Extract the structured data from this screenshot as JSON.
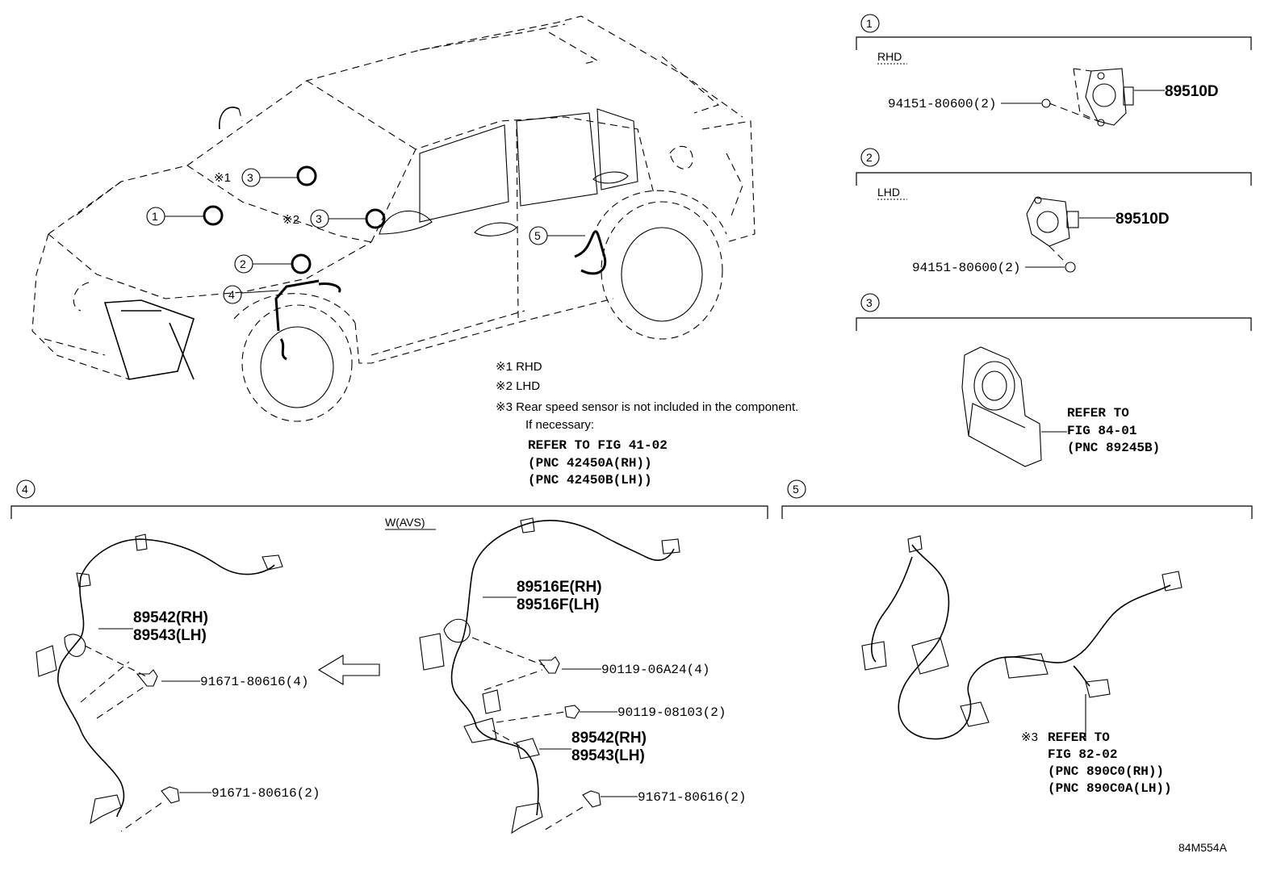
{
  "callouts": {
    "c1": "1",
    "c2": "2",
    "c3": "3",
    "c4": "4",
    "c5": "5"
  },
  "car_marks": {
    "mark1": "※1",
    "mark2": "※2"
  },
  "notes": {
    "n1": "※1 RHD",
    "n2": "※2 LHD",
    "n3": "※3 Rear speed sensor is not included in the component.",
    "n4": "If necessary:",
    "n5": "REFER TO FIG 41-02",
    "n6": "(PNC 42450A(RH))",
    "n7": "(PNC 42450B(LH))"
  },
  "panel1": {
    "label": "RHD",
    "part": "89510D",
    "screw": "94151-80600(2)"
  },
  "panel2": {
    "label": "LHD",
    "part": "89510D",
    "screw": "94151-80600(2)"
  },
  "panel3": {
    "ref1": "REFER TO",
    "ref2": "FIG 84-01",
    "ref3": "(PNC 89245B)"
  },
  "panel4": {
    "label": "W(AVS)",
    "left_harness_rh": "89542(RH)",
    "left_harness_lh": "89543(LH)",
    "left_bolt1": "91671-80616(4)",
    "left_bolt2": "91671-80616(2)",
    "right_harness_rh": "89516E(RH)",
    "right_harness_lh": "89516F(LH)",
    "right_bolt1": "90119-06A24(4)",
    "right_bolt2": "90119-08103(2)",
    "right_sensor_rh": "89542(RH)",
    "right_sensor_lh": "89543(LH)",
    "right_bolt3": "91671-80616(2)"
  },
  "panel5": {
    "mark": "※3",
    "ref1": "REFER TO",
    "ref2": "FIG 82-02",
    "ref3": "(PNC 890C0(RH))",
    "ref4": "(PNC 890C0A(LH))"
  },
  "footer": {
    "code": "84M554A"
  }
}
